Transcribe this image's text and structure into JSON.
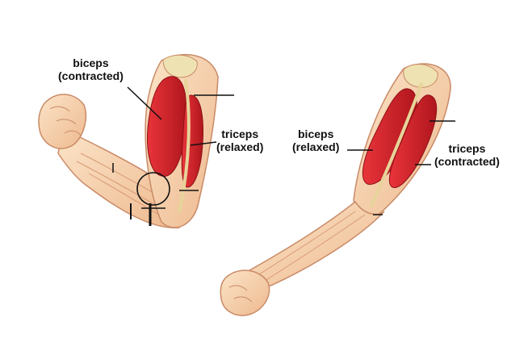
{
  "labels": {
    "left_biceps": {
      "name": "biceps",
      "state": "(contracted)"
    },
    "left_triceps": {
      "name": "triceps",
      "state": "(relaxed)"
    },
    "right_biceps": {
      "name": "biceps",
      "state": "(relaxed)"
    },
    "right_triceps": {
      "name": "triceps",
      "state": "(contracted)"
    }
  },
  "colors": {
    "skin": "#f6d3b0",
    "skin_shadow": "#e6ae86",
    "outline": "#c98a66",
    "muscle": "#d8252d",
    "muscle_dark": "#a8141b",
    "bone": "#efe2b2",
    "leader_line": "#111111"
  }
}
